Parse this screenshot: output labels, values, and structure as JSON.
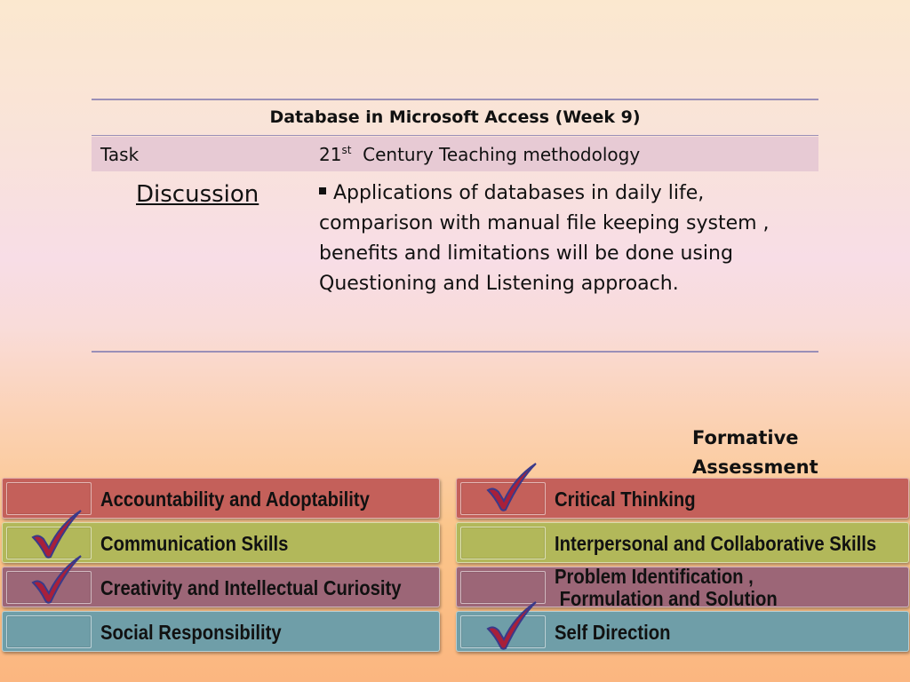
{
  "table": {
    "title": "Database in Microsoft Access (Week 9)",
    "header_task": "Task",
    "header_method_prefix": "21",
    "header_method_sup": "st",
    "header_method_suffix": "Century Teaching methodology",
    "task_name": "Discussion",
    "description": "Applications of databases in daily life, comparison with manual file keeping system , benefits and limitations will be done using Questioning and Listening approach."
  },
  "formative": {
    "line1": "Formative",
    "line2": "Assessment"
  },
  "skills": [
    {
      "label": "Accountability and Adoptability",
      "checked": false,
      "color": "#c4605a"
    },
    {
      "label": "Critical Thinking",
      "checked": true,
      "color": "#c4605a"
    },
    {
      "label": "Communication Skills",
      "checked": true,
      "color": "#b2b85a"
    },
    {
      "label": "Interpersonal and Collaborative Skills",
      "checked": false,
      "color": "#b2b85a"
    },
    {
      "label": "Creativity and Intellectual Curiosity",
      "checked": true,
      "color": "#9c6677"
    },
    {
      "label_line1": "Problem Identification ,",
      "label_line2": " Formulation and Solution",
      "checked": false,
      "color": "#9c6677"
    },
    {
      "label": "Social Responsibility",
      "checked": false,
      "color": "#6f9ea8"
    },
    {
      "label": "Self Direction",
      "checked": true,
      "color": "#6f9ea8"
    }
  ],
  "colors": {
    "check": "#a8203a",
    "check_outline": "#3a3a8a"
  }
}
